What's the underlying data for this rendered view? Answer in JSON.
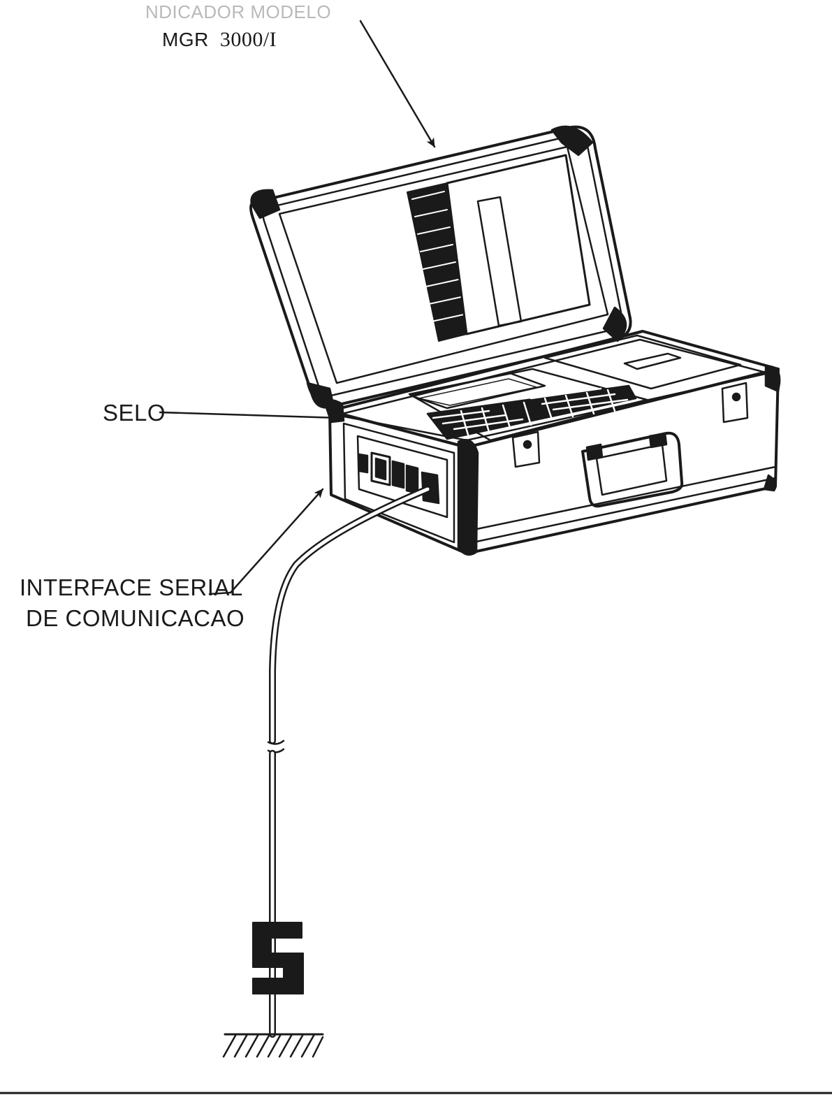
{
  "labels": {
    "title_faded": "NDICADOR MODELO",
    "title_model_prefix": "MGR",
    "title_model_number": "3000/I",
    "seal": "SELO",
    "serial_line1": "INTERFACE SERIAL",
    "serial_line2": "DE COMUNICACAO"
  },
  "colors": {
    "ink": "#1a1a1a",
    "faded_ink": "#b9b9b9",
    "background": "#ffffff"
  }
}
